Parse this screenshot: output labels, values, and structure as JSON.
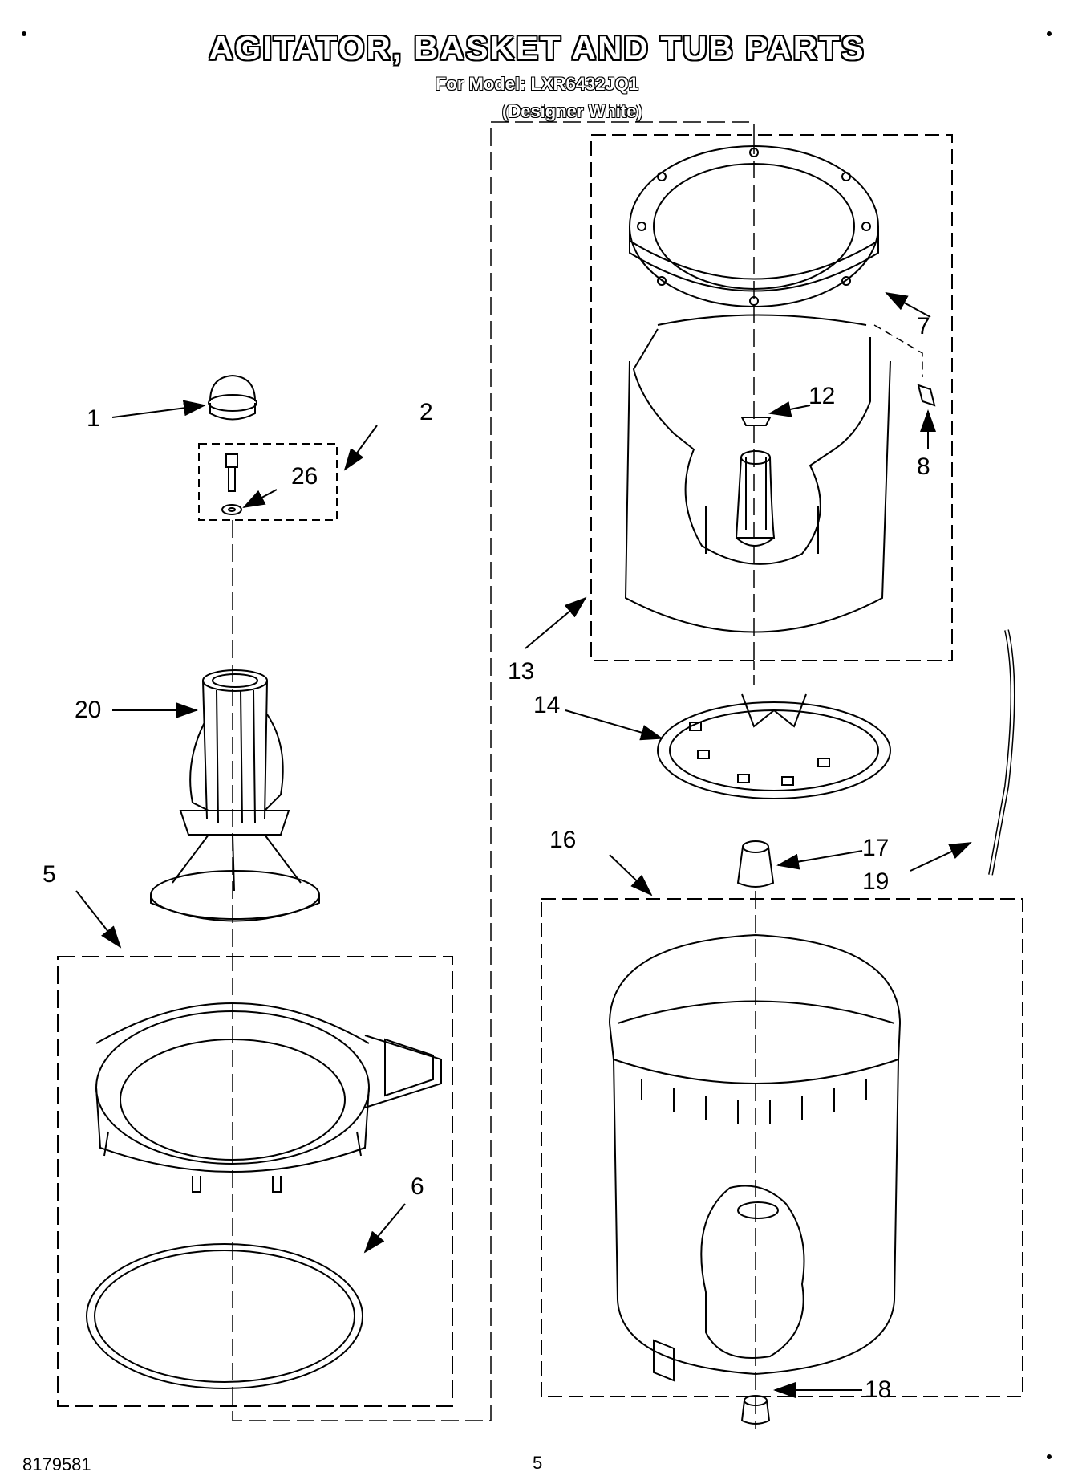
{
  "header": {
    "title": "AGITATOR, BASKET AND TUB PARTS",
    "model_line": "For Model: LXR6432JQ1",
    "variant": "(Designer White)"
  },
  "callouts": {
    "c1": "1",
    "c2": "2",
    "c26": "26",
    "c20": "20",
    "c5": "5",
    "c6": "6",
    "c7": "7",
    "c8": "8",
    "c12": "12",
    "c13": "13",
    "c14": "14",
    "c16": "16",
    "c17": "17",
    "c19": "19",
    "c18": "18"
  },
  "footer": {
    "doc_number": "8179581",
    "page_number": "5"
  }
}
